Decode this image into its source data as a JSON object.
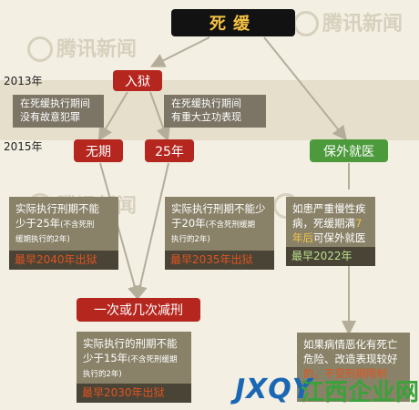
{
  "watermark": {
    "text": "腾讯新闻"
  },
  "years": {
    "y2013": "2013年",
    "y2015": "2015年"
  },
  "top": {
    "label": "死缓"
  },
  "nodes": {
    "jail": "入狱",
    "wuqi": "无期",
    "25": "25年",
    "medical": "保外就医",
    "reduce": "一次或几次减刑"
  },
  "conditions": {
    "left": [
      "在死缓执行期间",
      "没有故意犯罪"
    ],
    "right": [
      "在死缓执行期间",
      "有重大立功表现"
    ]
  },
  "cards": {
    "c1": {
      "pre": "实际执行刑期不能",
      "line2a": "少于",
      "num": "25",
      "line2b": "年",
      "note": "(不含死刑",
      "note2": "缓期执行的2年)",
      "foot": "最早2040年出狱"
    },
    "c2": {
      "pre": "实际执行刑期不能少",
      "line2a": "于",
      "num": "20",
      "line2b": "年",
      "note": "(不含死刑缓期",
      "note2": "执行的2年)",
      "foot": "最早2035年出狱"
    },
    "c3": {
      "line1": "如患严重慢性疾",
      "line2": "病，死缓期满",
      "hl1": "7",
      "line3hl": "年后",
      "line3": "可保外就医",
      "foot": "最早2022年"
    },
    "c4": {
      "pre": "实际执行的刑期不能",
      "line2a": "少于",
      "num": "15",
      "line2b": "年",
      "note": "(不含死刑缓期",
      "note2": "执行的2年)",
      "foot": "最早2030年出狱"
    },
    "c5": {
      "line1": "如果病情恶化有死亡",
      "line2": "危险、改造表现较好",
      "line3": "的，不受刑期限制"
    }
  },
  "brand": {
    "a": "JXQY",
    "b": "江西企业网"
  }
}
